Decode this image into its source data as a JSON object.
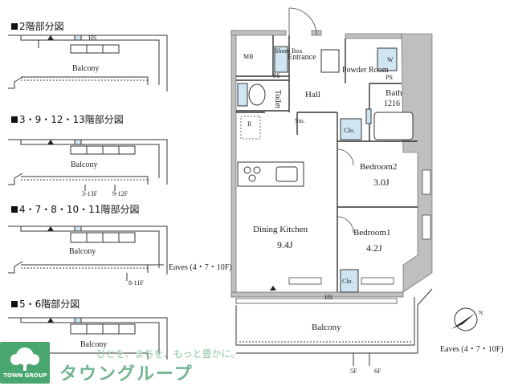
{
  "partial_plans": [
    {
      "caption": "2階部分図",
      "balcony": "Balcony"
    },
    {
      "caption": "3・9・12・13階部分図",
      "balcony": "Balcony",
      "notes": [
        "3-13F",
        "9-12F"
      ]
    },
    {
      "caption": "4・7・8・10・11階部分図",
      "balcony": "Balcony",
      "notes": [
        "8-11F"
      ],
      "eaves": "Eaves (4・7・10F)"
    },
    {
      "caption": "5・6階部分図",
      "balcony": "Balcony"
    }
  ],
  "rooms": {
    "mb": "MB",
    "shoes_box": "Shoes Box",
    "entrance": "Entrance",
    "powder_room": "Powder Room",
    "w": "W",
    "ps1": "PS",
    "ps2": "PS",
    "toilet": "Toilet",
    "hall": "Hall",
    "bath": "Bath",
    "bath_size": "1216",
    "r": "R",
    "sto": "Sto.",
    "clo1": "Clo.",
    "bedroom2": "Bedroom2",
    "bedroom2_size": "3.0J",
    "dining_kitchen": "Dining Kitchen",
    "dk_size": "9.4J",
    "bedroom1": "Bedroom1",
    "bedroom1_size": "4.2J",
    "clo2": "Clo.",
    "hs1": "HS",
    "hs2": "HS",
    "balcony": "Balcony",
    "eaves": "Eaves (4・7・10F)",
    "floor_notes": [
      "5F",
      "6F"
    ]
  },
  "watermark": {
    "tagline": "ひとを、まちを、もっと豊かに。",
    "brand_en": "TOWN GROUP",
    "brand_jp": "タウングループ"
  }
}
